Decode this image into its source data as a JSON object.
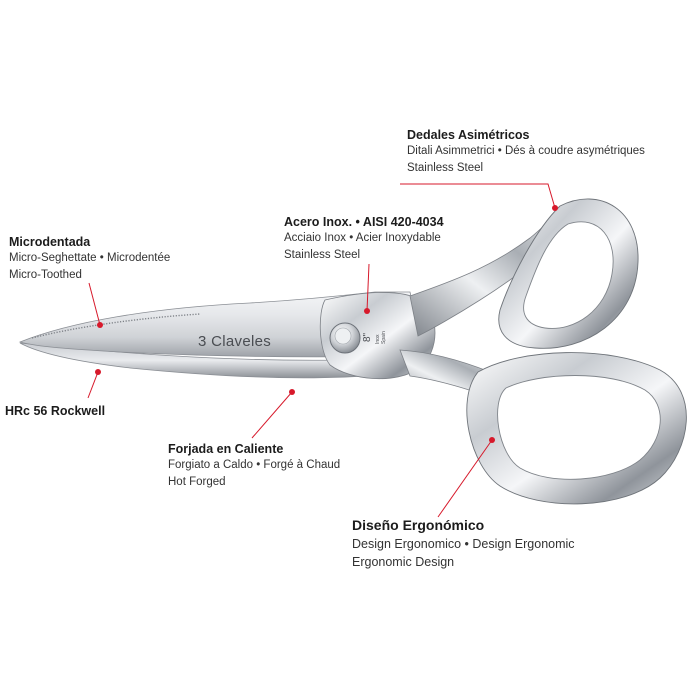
{
  "accent_color": "#d7192b",
  "scissors": {
    "brand_text": "3 Claveles",
    "size_mark": "8\"",
    "stamp_line1": "Inox",
    "stamp_line2": "Spain"
  },
  "callouts": {
    "dedales": {
      "title": "Dedales Asimétricos",
      "line1": "Ditali Asimmetrici • Dés à coudre asymétriques",
      "line2": "Stainless Steel"
    },
    "acero": {
      "title": "Acero Inox. • AISI 420-4034",
      "line1": "Acciaio Inox • Acier Inoxydable",
      "line2": "Stainless Steel"
    },
    "microdentada": {
      "title": "Microdentada",
      "line1": "Micro-Seghettate • Microdentée",
      "line2": "Micro-Toothed"
    },
    "hrc": {
      "title": "HRc 56 Rockwell"
    },
    "forjada": {
      "title": "Forjada en Caliente",
      "line1": "Forgiato a Caldo • Forgé à Chaud",
      "line2": "Hot Forged"
    },
    "diseno": {
      "title": "Diseño Ergonómico",
      "line1": "Design Ergonomico • Design Ergonomic",
      "line2": "Ergonomic Design"
    }
  }
}
